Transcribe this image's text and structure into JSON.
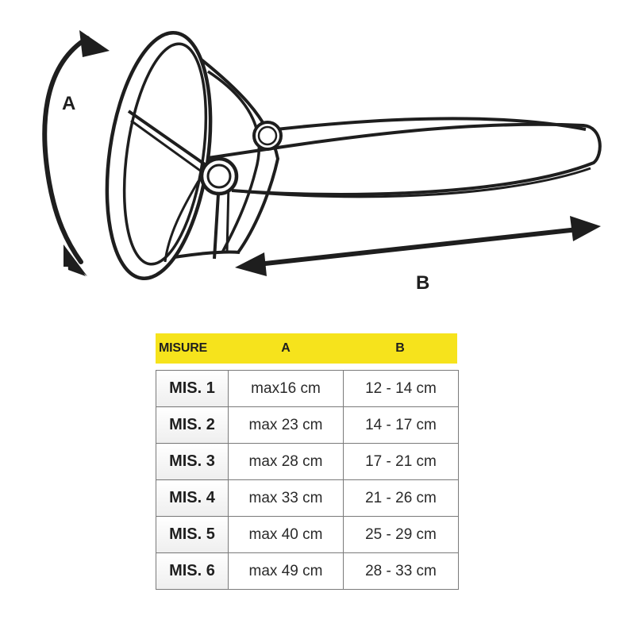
{
  "diagram": {
    "dimension_labels": {
      "a": "A",
      "b": "B"
    },
    "colors": {
      "stroke": "#1e1e1e",
      "fill": "#ffffff"
    }
  },
  "size_table": {
    "header": {
      "col_size": "MISURE",
      "col_a": "A",
      "col_b": "B"
    },
    "header_color": "#f6e31c",
    "rows": [
      {
        "size": "MIS. 1",
        "a": "max16 cm",
        "b": "12 - 14 cm"
      },
      {
        "size": "MIS. 2",
        "a": "max 23 cm",
        "b": "14 - 17 cm"
      },
      {
        "size": "MIS. 3",
        "a": "max 28 cm",
        "b": "17 - 21 cm"
      },
      {
        "size": "MIS. 4",
        "a": "max 33 cm",
        "b": "21 - 26 cm"
      },
      {
        "size": "MIS. 5",
        "a": "max 40 cm",
        "b": "25 - 29 cm"
      },
      {
        "size": "MIS. 6",
        "a": "max 49 cm",
        "b": "28 - 33 cm"
      }
    ]
  }
}
